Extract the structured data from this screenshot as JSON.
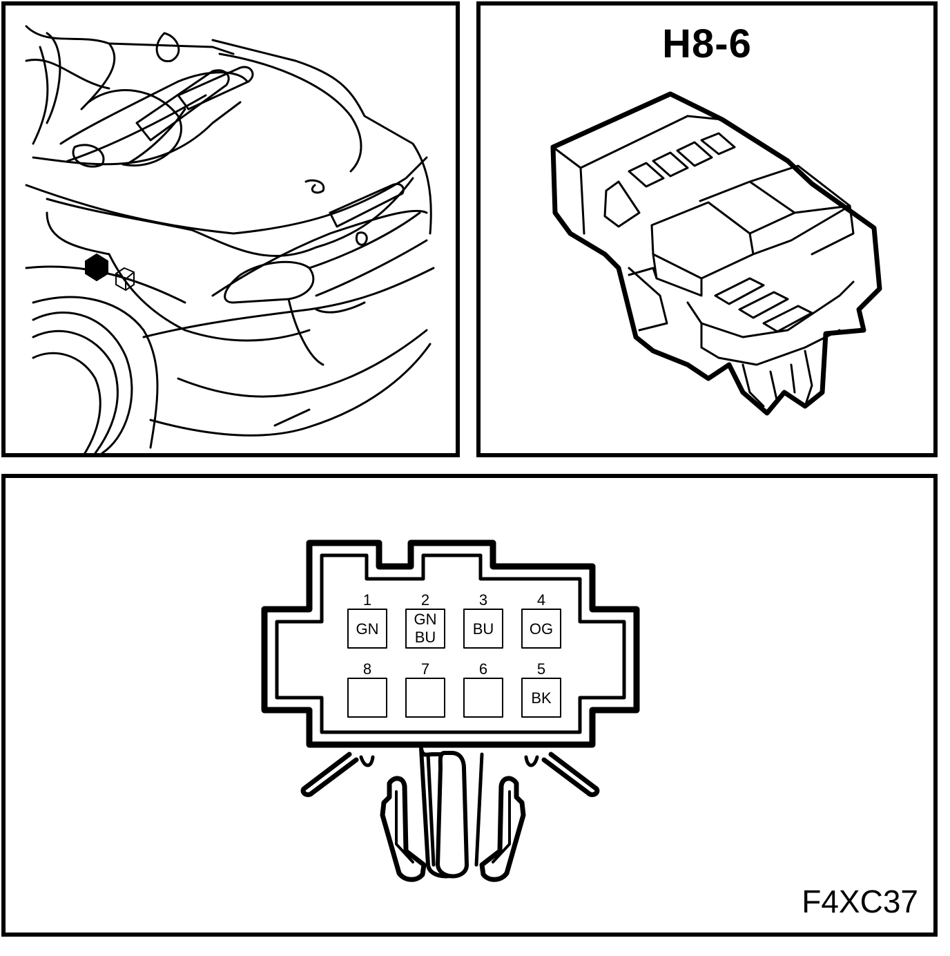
{
  "connector": {
    "id": "H8-6",
    "figure_code": "F4XC37"
  },
  "pins": {
    "p1": {
      "number": "1",
      "color": "GN"
    },
    "p2": {
      "number": "2",
      "color_line1": "GN",
      "color_line2": "BU"
    },
    "p3": {
      "number": "3",
      "color": "BU"
    },
    "p4": {
      "number": "4",
      "color": "OG"
    },
    "p5": {
      "number": "5",
      "color": "BK"
    },
    "p6": {
      "number": "6",
      "color": ""
    },
    "p7": {
      "number": "7",
      "color": ""
    },
    "p8": {
      "number": "8",
      "color": ""
    }
  }
}
